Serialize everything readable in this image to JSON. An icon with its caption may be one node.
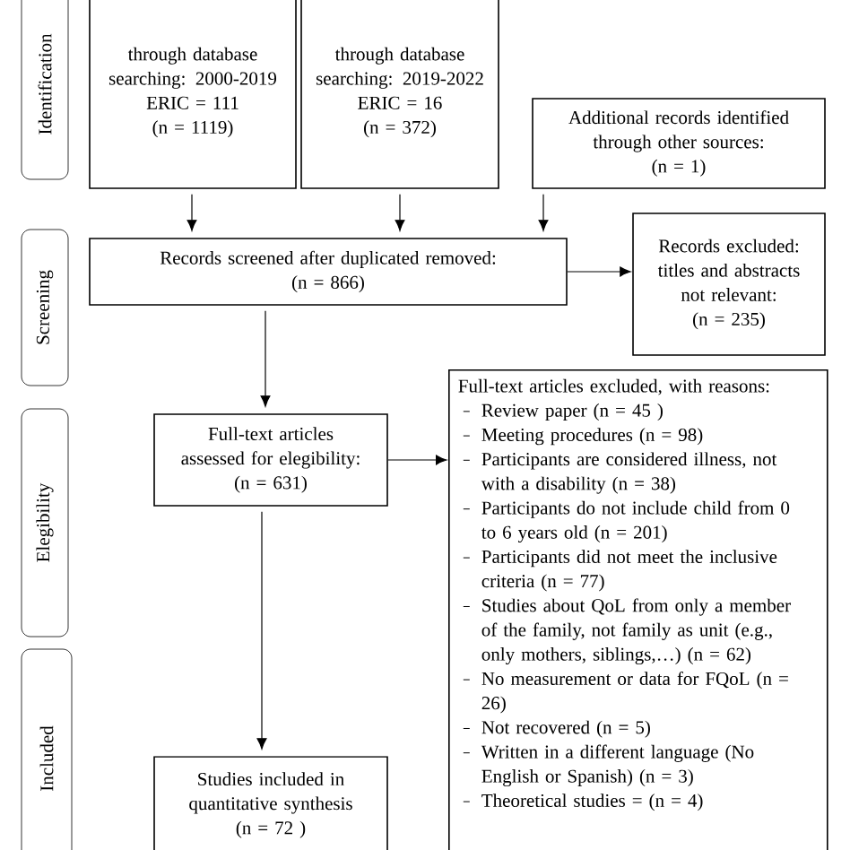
{
  "diagram": {
    "nodes": [
      {
        "text": [
          "Identification"
        ]
      },
      {
        "text": [
          "through database searching: 2000-2019",
          "ERIC = 111",
          "(n = 1119)"
        ]
      },
      {
        "text": [
          "through database searching: 2019-2022",
          "ERIC = 16",
          "(n = 372)"
        ]
      },
      {
        "text": [
          "Additional records identified through other sources:",
          "(n = 1)"
        ]
      },
      {
        "text": [
          "Screening"
        ]
      },
      {
        "text": [
          "Records screened after duplicated removed:",
          "(n = 866)"
        ]
      },
      {
        "text": [
          "Records excluded: titles and abstracts not relevant:",
          "(n = 235)"
        ]
      },
      {
        "text": [
          "Elegibility"
        ]
      },
      {
        "text": [
          "Full-text articles assessed for elegibility:",
          "(n = 631)"
        ]
      },
      {
        "text": [
          "Full-text articles excluded, with reasons:",
          "Review paper (n = 45 )",
          "Meeting procedures (n = 98)",
          "Participants are considered illness, not with a disability (n = 38)",
          "Participants do not include child from 0 to 6 years old (n = 201)",
          "Participants did not meet the inclusive criteria (n = 77)",
          "Studies about QoL from only a member of the family, not family as unit (e.g., only mothers, siblings,…) (n = 62)",
          "No measurement or data for FQoL (n = 26)",
          "Not recovered (n = 5)",
          "Written in a different language (No English or Spanish) (n = 3)",
          "Theoretical studies = (n = 4)"
        ]
      },
      {
        "text": [
          "Included"
        ]
      },
      {
        "text": [
          "Studies included in quantitative synthesis",
          "(n = 72 )"
        ]
      }
    ],
    "edges": [
      {
        "from": 1,
        "to": 5,
        "arrow": "to"
      },
      {
        "from": 2,
        "to": 5,
        "arrow": "to"
      },
      {
        "from": 3,
        "to": 5,
        "arrow": "to"
      },
      {
        "from": 5,
        "to": 6,
        "arrow": "to"
      },
      {
        "from": 5,
        "to": 8,
        "arrow": "to"
      },
      {
        "from": 8,
        "to": 9,
        "arrow": "to"
      },
      {
        "from": 8,
        "to": 11,
        "arrow": "to"
      }
    ]
  }
}
